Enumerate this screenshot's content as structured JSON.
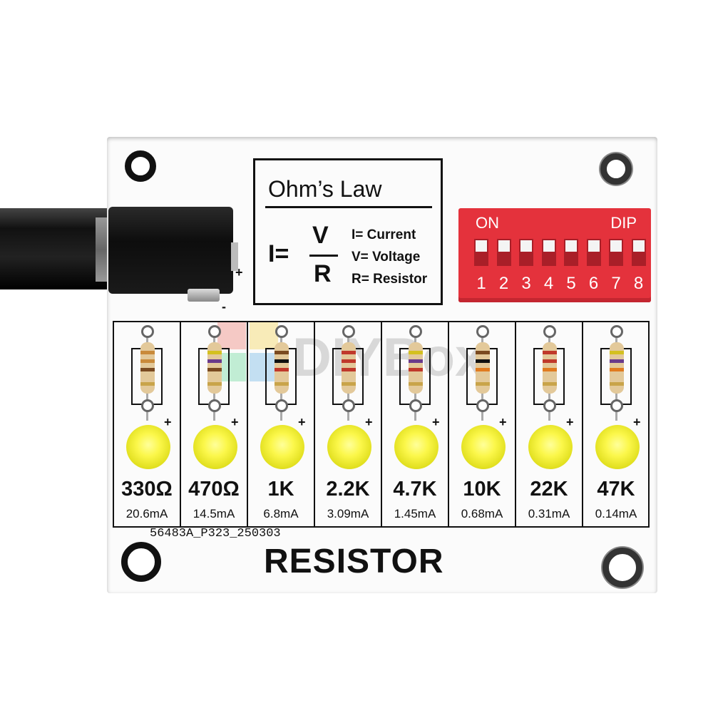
{
  "board": {
    "title": "RESISTOR",
    "part_number": "56483A_P323_250303",
    "colors": {
      "pcb": "#fbfbfb",
      "silkscreen": "#111111",
      "dip_switch": "#e4323c",
      "led": "#fbf74a"
    }
  },
  "ohms_law": {
    "title": "Ohm’s Law",
    "formula_left": "I=",
    "numerator": "V",
    "denominator": "R",
    "definitions": [
      "I= Current",
      "V= Voltage",
      "R= Resistor"
    ]
  },
  "power_jack": {
    "plus": "+",
    "minus": "-"
  },
  "dip_switch": {
    "on_label": "ON",
    "label": "DIP",
    "switches": [
      "1",
      "2",
      "3",
      "4",
      "5",
      "6",
      "7",
      "8"
    ]
  },
  "resistors": [
    {
      "value": "330Ω",
      "current": "20.6mA",
      "bands": [
        "#c98a3a",
        "#c98a3a",
        "#7a4a20"
      ]
    },
    {
      "value": "470Ω",
      "current": "14.5mA",
      "bands": [
        "#d4c020",
        "#6a3a8a",
        "#7a4a20"
      ]
    },
    {
      "value": "1K",
      "current": "6.8mA",
      "bands": [
        "#7a4a20",
        "#111111",
        "#c0392b"
      ]
    },
    {
      "value": "2.2K",
      "current": "3.09mA",
      "bands": [
        "#c0392b",
        "#c0392b",
        "#c0392b"
      ]
    },
    {
      "value": "4.7K",
      "current": "1.45mA",
      "bands": [
        "#d4c020",
        "#6a3a8a",
        "#c0392b"
      ]
    },
    {
      "value": "10K",
      "current": "0.68mA",
      "bands": [
        "#7a4a20",
        "#111111",
        "#e07b20"
      ]
    },
    {
      "value": "22K",
      "current": "0.31mA",
      "bands": [
        "#c0392b",
        "#c0392b",
        "#e07b20"
      ]
    },
    {
      "value": "47K",
      "current": "0.14mA",
      "bands": [
        "#d4c020",
        "#6a3a8a",
        "#e07b20"
      ]
    }
  ],
  "led_plus": "+",
  "watermark": "DIYBox"
}
